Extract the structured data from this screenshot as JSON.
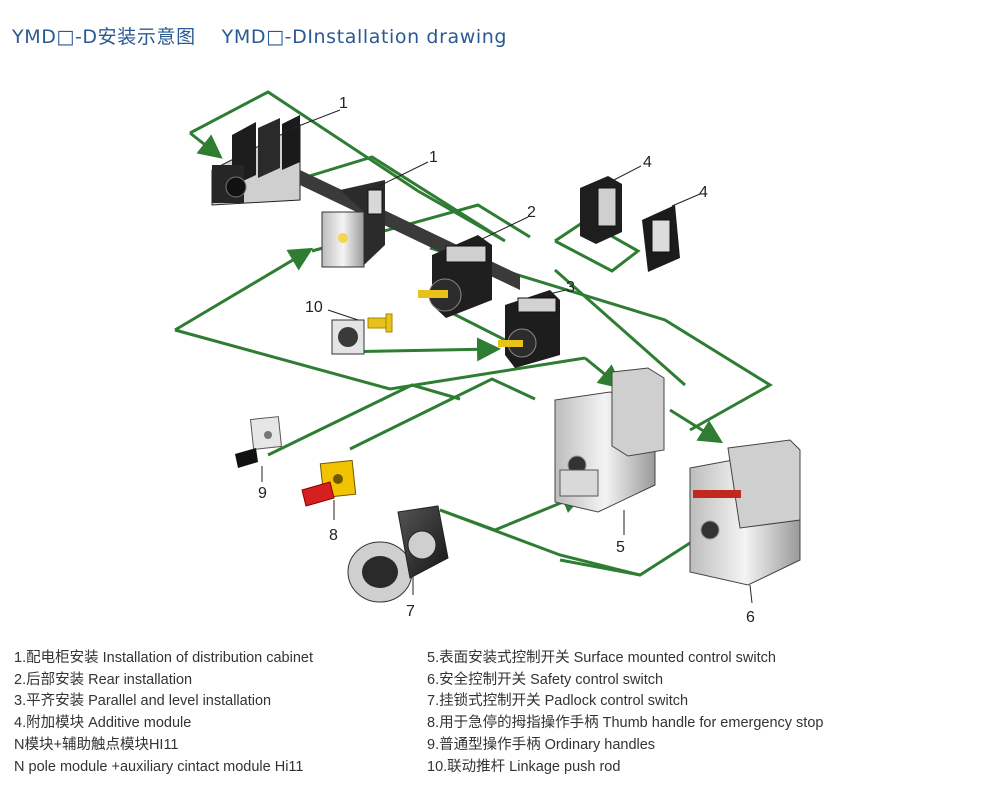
{
  "title": {
    "cn": "YMD□-D安装示意图",
    "en": "YMD□-DInstallation drawing"
  },
  "callouts": [
    "1",
    "1",
    "2",
    "3",
    "4",
    "4",
    "5",
    "6",
    "7",
    "8",
    "9",
    "10"
  ],
  "legend": {
    "left": [
      "1.配电柜安装 Installation of distribution cabinet",
      "2.后部安装 Rear installation",
      "3.平齐安装 Parallel and level installation",
      "4.附加模块 Additive module",
      "N模块+辅助触点模块HI11",
      "N pole module +auxiliary cintact module Hi11"
    ],
    "right": [
      "5.表面安装式控制开关 Surface mounted control switch",
      "6.安全控制开关 Safety control switch",
      "7.挂锁式控制开关 Padlock control switch",
      "8.用于急停的拇指操作手柄 Thumb handle for emergency stop",
      "9.普通型操作手柄 Ordinary handles",
      "10.联动推杆 Linkage push rod"
    ]
  },
  "colors": {
    "connector": "#2e7d32",
    "title": "#2a5a93",
    "emergency_handle": "#d62020",
    "emergency_plate": "#f2c300",
    "push_rod": "#e8c21a"
  }
}
